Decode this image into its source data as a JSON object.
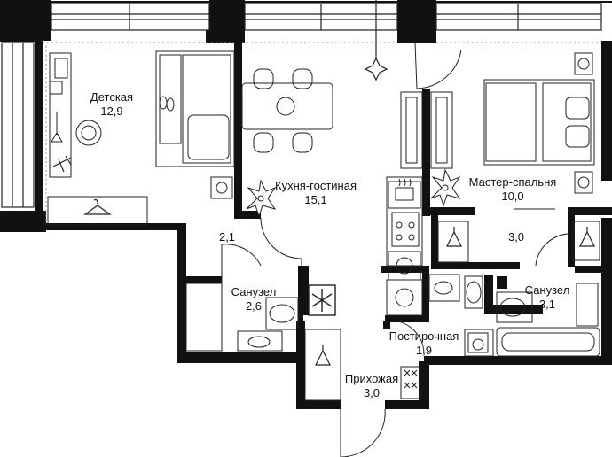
{
  "rooms": [
    {
      "id": "detskaya",
      "name": "Детская",
      "area": "12,9"
    },
    {
      "id": "kitchen",
      "name": "Кухня-гостиная",
      "area": "15,1"
    },
    {
      "id": "master",
      "name": "Мастер-спальня",
      "area": "10,0"
    },
    {
      "id": "hall",
      "name": "",
      "area": "2,1"
    },
    {
      "id": "closet",
      "name": "",
      "area": "3,0"
    },
    {
      "id": "bath1",
      "name": "Санузел",
      "area": "2,6"
    },
    {
      "id": "bath2",
      "name": "Санузел",
      "area": "3,1"
    },
    {
      "id": "laundry",
      "name": "Постирочная",
      "area": "1,9"
    },
    {
      "id": "entry",
      "name": "Прихожая",
      "area": "3,0"
    }
  ],
  "colors": {
    "wall": "#111111",
    "line": "#222222",
    "background": "#ffffff",
    "balcony": "#999999"
  },
  "icons": [
    "plant-icon",
    "hanger-icon",
    "washing-machine-icon",
    "snowflake-icon",
    "airplane-toy-icon",
    "compass-star-icon"
  ]
}
